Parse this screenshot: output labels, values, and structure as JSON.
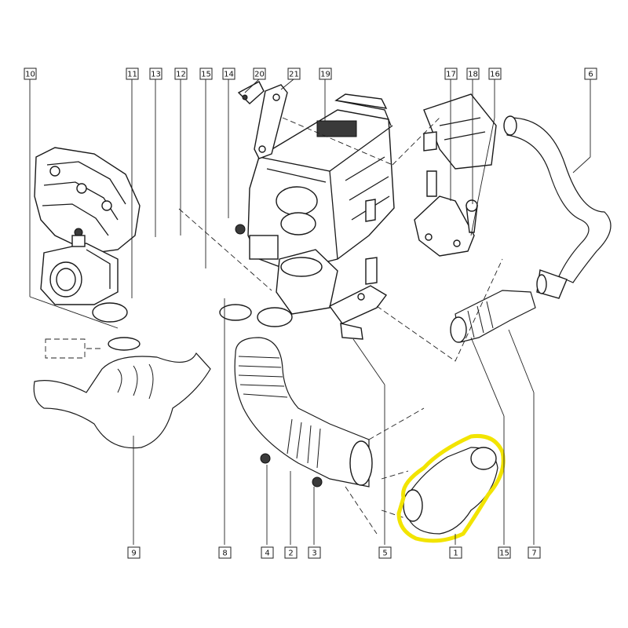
{
  "callouts": [
    {
      "id": "c10",
      "label": "10"
    },
    {
      "id": "c11",
      "label": "11"
    },
    {
      "id": "c13",
      "label": "13"
    },
    {
      "id": "c12",
      "label": "12"
    },
    {
      "id": "c15a",
      "label": "15"
    },
    {
      "id": "c14",
      "label": "14"
    },
    {
      "id": "c20",
      "label": "20"
    },
    {
      "id": "c21",
      "label": "21"
    },
    {
      "id": "c19",
      "label": "19"
    },
    {
      "id": "c17",
      "label": "17"
    },
    {
      "id": "c18",
      "label": "18"
    },
    {
      "id": "c16",
      "label": "16"
    },
    {
      "id": "c6",
      "label": "6"
    },
    {
      "id": "c9",
      "label": "9"
    },
    {
      "id": "c8",
      "label": "8"
    },
    {
      "id": "c4",
      "label": "4"
    },
    {
      "id": "c2",
      "label": "2"
    },
    {
      "id": "c3",
      "label": "3"
    },
    {
      "id": "c5",
      "label": "5"
    },
    {
      "id": "c1",
      "label": "1"
    },
    {
      "id": "c15b",
      "label": "15"
    },
    {
      "id": "c7",
      "label": "7"
    }
  ],
  "colors": {
    "highlight": "#f2e400",
    "line": "#222222",
    "background": "#ffffff"
  },
  "highlighted_part": "1"
}
